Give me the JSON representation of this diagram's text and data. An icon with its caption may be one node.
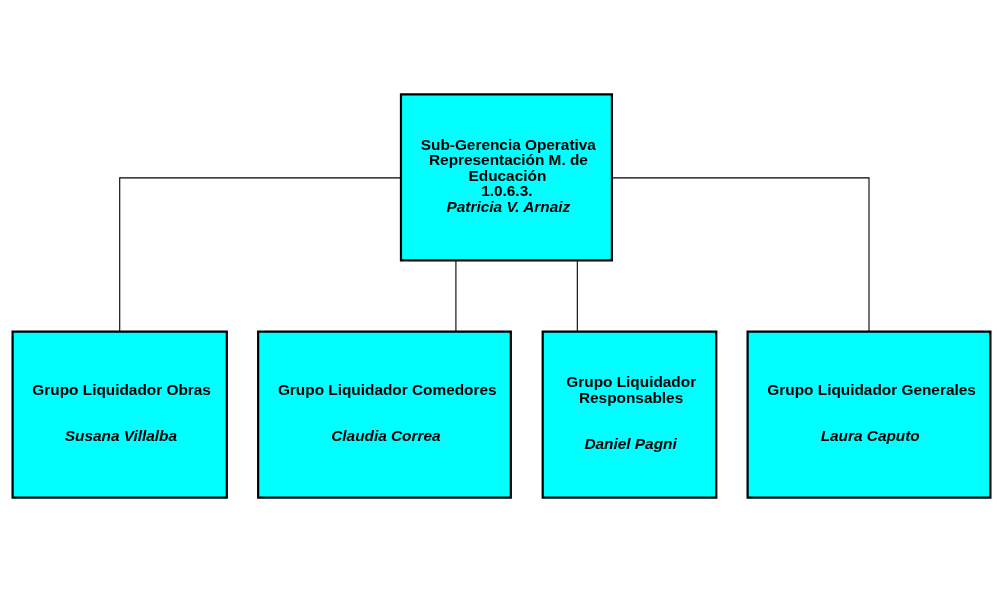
{
  "diagram": {
    "nodes": [
      {
        "text": [
          "Sub-Gerencia Operativa Representación M. de Educación",
          "1.0.6.3.",
          "Patricia V. Arnaiz"
        ]
      },
      {
        "text": [
          "Grupo Liquidador Obras",
          "Susana Villalba"
        ]
      },
      {
        "text": [
          "Grupo Liquidador Comedores",
          "Claudia Correa"
        ]
      },
      {
        "text": [
          "Grupo Liquidador Responsables",
          "Daniel Pagni"
        ]
      },
      {
        "text": [
          "Grupo Liquidador Generales",
          "Laura Caputo"
        ]
      }
    ],
    "edges": [
      {
        "from": 0,
        "to": 1,
        "arrow": "none"
      },
      {
        "from": 0,
        "to": 2,
        "arrow": "none"
      },
      {
        "from": 0,
        "to": 3,
        "arrow": "none"
      },
      {
        "from": 0,
        "to": 4,
        "arrow": "none"
      }
    ]
  }
}
